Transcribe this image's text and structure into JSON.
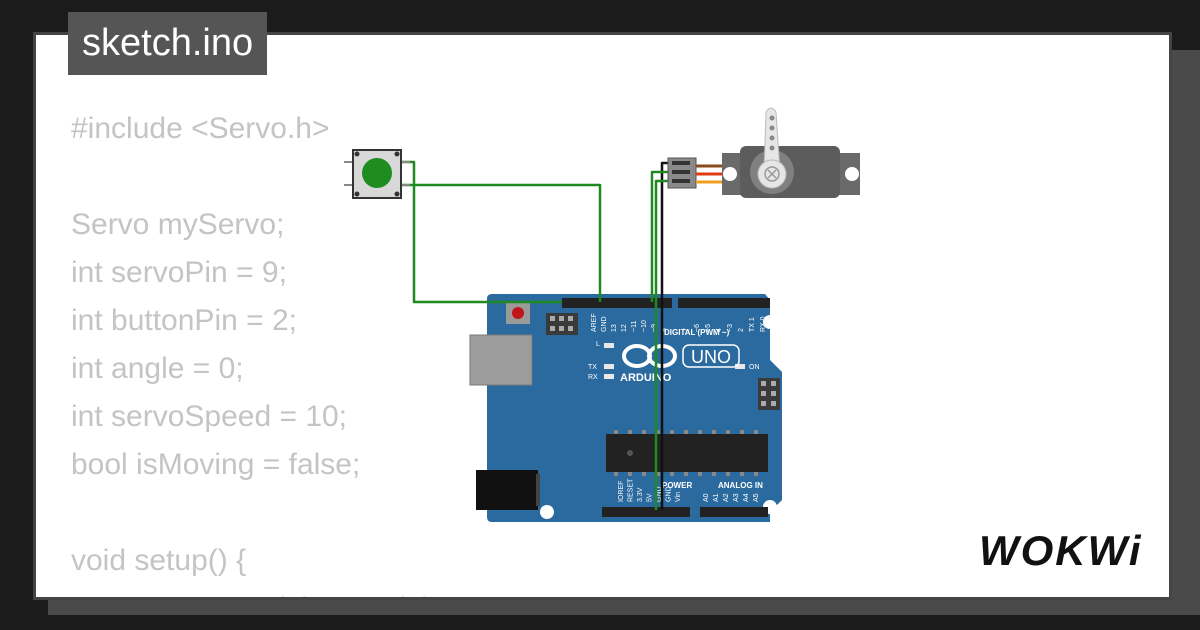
{
  "file": {
    "name": "sketch.ino"
  },
  "code": {
    "lines": [
      "#include <Servo.h>",
      "",
      "Servo myServo;",
      "int servoPin = 9;",
      "int buttonPin = 2;",
      "int angle = 0;",
      "int servoSpeed = 10;",
      "bool isMoving = false;",
      "",
      "void setup() {",
      "  myServo.attach(servoPin);"
    ]
  },
  "board": {
    "model": "UNO",
    "brand": "ARDUINO",
    "digital_label": "DIGITAL (PWM ~)",
    "power_label": "POWER",
    "analog_label": "ANALOG IN",
    "aref": "AREF",
    "gnd": "GND",
    "top_pins": [
      "13",
      "12",
      "~11",
      "~10",
      "~9",
      "8",
      "7",
      "~6",
      "~5",
      "4",
      "~3",
      "2",
      "TX 1",
      "RX 0"
    ],
    "power_pins": [
      "IOREF",
      "RESET",
      "3.3V",
      "5V",
      "GND",
      "GND",
      "Vin"
    ],
    "analog_pins": [
      "A0",
      "A1",
      "A2",
      "A3",
      "A4",
      "A5"
    ],
    "led_l": "L",
    "led_tx": "TX",
    "led_rx": "RX",
    "led_on": "ON"
  },
  "logo": {
    "text": "WOKWi"
  },
  "colors": {
    "board": "#2b6a9e",
    "wire_signal": "#1f8a1f",
    "wire_black": "#111111",
    "button_cap": "#1e8c1e",
    "servo_body": "#606060"
  }
}
